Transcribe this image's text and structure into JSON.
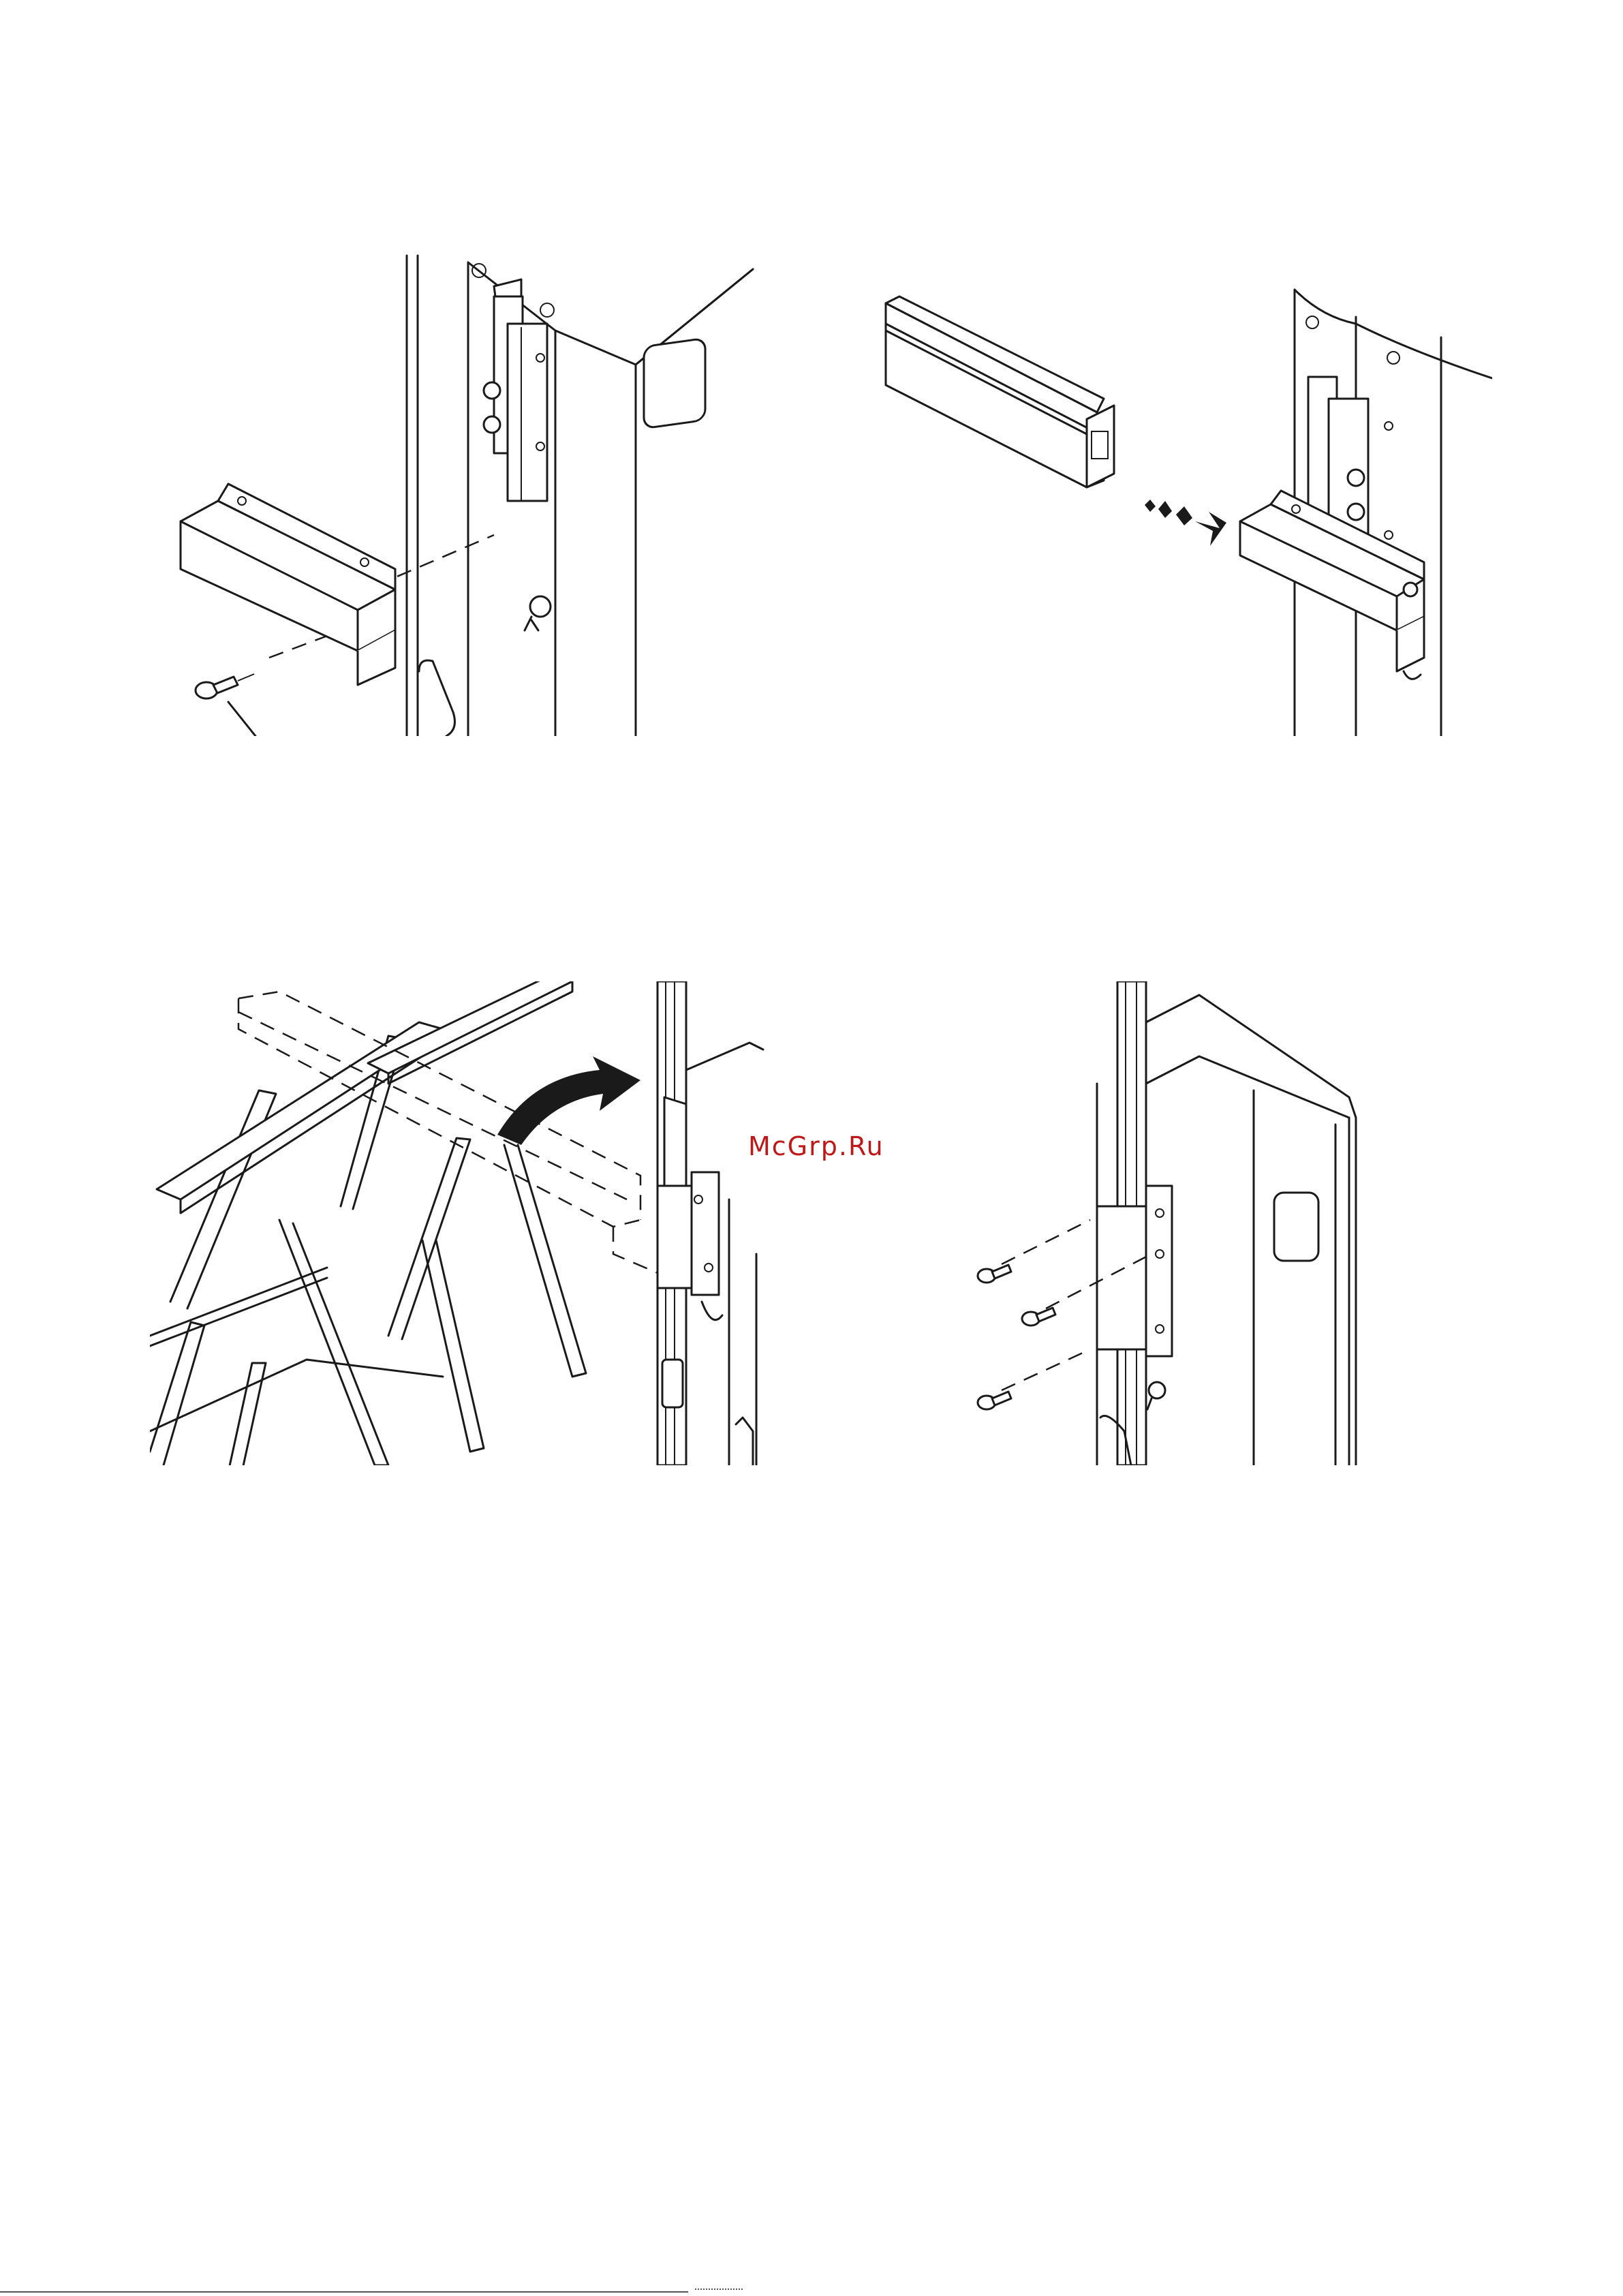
{
  "watermark": {
    "text": "McGrp.Ru",
    "color": "#c01818"
  },
  "figures": [
    {
      "id": "fig-1",
      "depicts": "mounting-bracket-attach-with-screw"
    },
    {
      "id": "fig-2",
      "depicts": "slide-profile-into-bracket"
    },
    {
      "id": "fig-3",
      "depicts": "rotate-profile-from-trestle"
    },
    {
      "id": "fig-4",
      "depicts": "fix-profile-with-three-screws"
    }
  ],
  "icons": {
    "arrow-slide": "dashed-arrow-right-down-icon",
    "arrow-rotate": "curved-arrow-icon"
  }
}
